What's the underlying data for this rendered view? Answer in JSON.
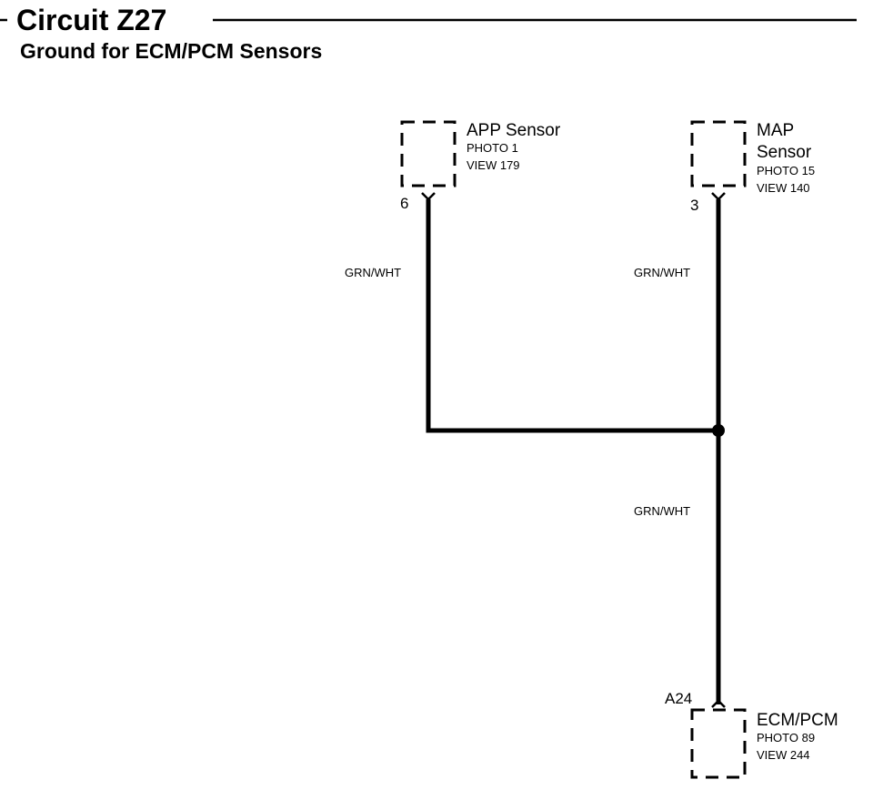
{
  "header": {
    "title": "Circuit Z27",
    "subtitle": "Ground for ECM/PCM Sensors"
  },
  "components": {
    "app_sensor": {
      "name": "APP Sensor",
      "photo": "PHOTO 1",
      "view": "VIEW 179",
      "pin": "6"
    },
    "map_sensor": {
      "name_line1": "MAP",
      "name_line2": "Sensor",
      "photo": "PHOTO 15",
      "view": "VIEW 140",
      "pin": "3"
    },
    "ecm_pcm": {
      "name": "ECM/PCM",
      "photo": "PHOTO 89",
      "view": "VIEW 244",
      "pin": "A24"
    }
  },
  "wires": {
    "app_to_splice": "GRN/WHT",
    "map_to_splice": "GRN/WHT",
    "splice_to_ecm": "GRN/WHT"
  },
  "colors": {
    "line": "#000000",
    "background": "#ffffff"
  }
}
